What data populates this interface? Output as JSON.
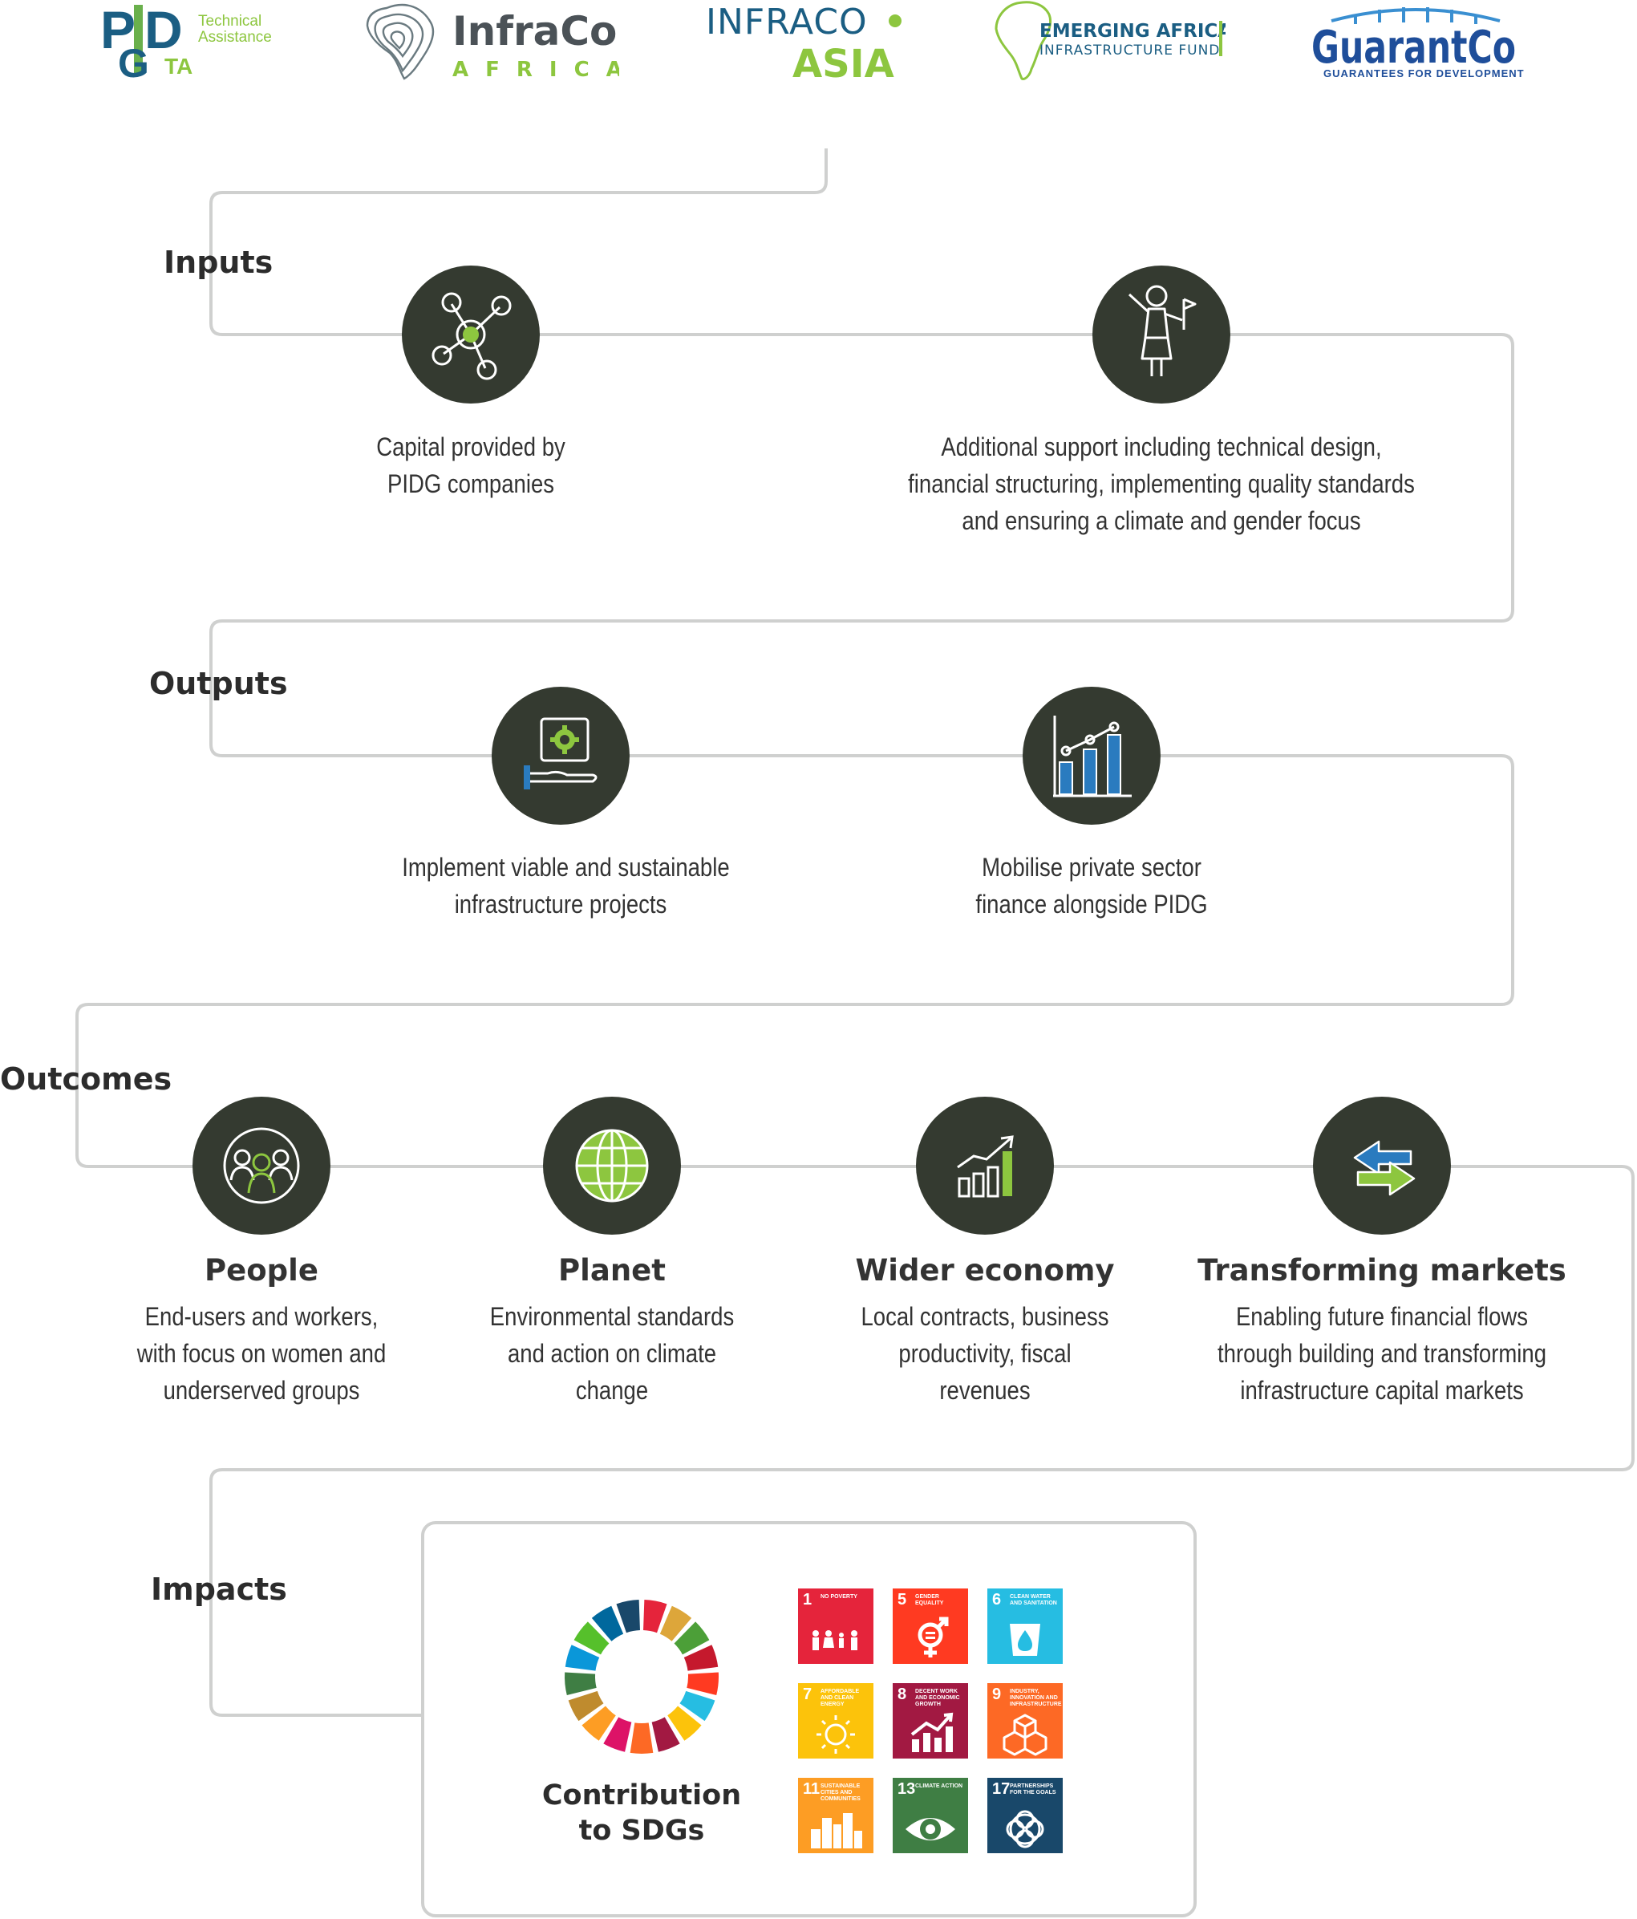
{
  "logos": {
    "pidg": {
      "mark": "PIDG",
      "sub": "TA",
      "label_line1": "Technical",
      "label_line2": "Assistance"
    },
    "infraco_africa": {
      "name": "InfraCo",
      "sub": "AFRICA"
    },
    "infraco_asia": {
      "name": "INFRACO",
      "sub": "ASIA"
    },
    "eaif": {
      "line1": "EMERGING AFRICA",
      "line2": "INFRASTRUCTURE FUND"
    },
    "guarantco": {
      "name": "GuarantCo",
      "tagline": "GUARANTEES FOR DEVELOPMENT"
    }
  },
  "stages": {
    "inputs": "Inputs",
    "outputs": "Outputs",
    "outcomes": "Outcomes",
    "impacts": "Impacts"
  },
  "inputs": {
    "capital": {
      "icon": "network-icon",
      "lines": [
        "Capital provided by",
        "PIDG companies"
      ]
    },
    "support": {
      "icon": "person-flag-icon",
      "lines": [
        "Additional support including technical design,",
        "financial structuring, implementing quality standards",
        "and ensuring a climate and gender focus"
      ]
    }
  },
  "outputs": {
    "projects": {
      "icon": "hand-gear-icon",
      "lines": [
        "Implement viable and sustainable",
        "infrastructure projects"
      ]
    },
    "finance": {
      "icon": "bar-chart-icon",
      "lines": [
        "Mobilise private sector",
        "finance alongside PIDG"
      ]
    }
  },
  "outcomes": {
    "people": {
      "icon": "people-icon",
      "title": "People",
      "lines": [
        "End-users and workers,",
        "with focus on women and",
        "underserved groups"
      ]
    },
    "planet": {
      "icon": "globe-icon",
      "title": "Planet",
      "lines": [
        "Environmental standards",
        "and action on climate",
        "change"
      ]
    },
    "economy": {
      "icon": "growth-chart-icon",
      "title": "Wider economy",
      "lines": [
        "Local contracts, business",
        "productivity, fiscal",
        "revenues"
      ]
    },
    "markets": {
      "icon": "exchange-arrows-icon",
      "title": "Transforming markets",
      "lines": [
        "Enabling future financial flows",
        "through building and transforming",
        "infrastructure capital markets"
      ]
    }
  },
  "impacts": {
    "caption_line1": "Contribution",
    "caption_line2": "to SDGs",
    "sdgs": [
      {
        "num": "1",
        "title": "No poverty",
        "color": "#e5243b",
        "icon": "family-icon"
      },
      {
        "num": "5",
        "title": "Gender equality",
        "color": "#ff3a21",
        "icon": "gender-icon"
      },
      {
        "num": "6",
        "title": "Clean water and sanitation",
        "color": "#26bde2",
        "icon": "water-drop-icon"
      },
      {
        "num": "7",
        "title": "Affordable and clean energy",
        "color": "#fcc30b",
        "icon": "sun-icon"
      },
      {
        "num": "8",
        "title": "Decent work and economic growth",
        "color": "#a21942",
        "icon": "growth-icon"
      },
      {
        "num": "9",
        "title": "Industry, innovation and infrastructure",
        "color": "#fd6925",
        "icon": "cubes-icon"
      },
      {
        "num": "11",
        "title": "Sustainable cities and communities",
        "color": "#fd9d24",
        "icon": "city-icon"
      },
      {
        "num": "13",
        "title": "Climate action",
        "color": "#3f7e44",
        "icon": "eye-globe-icon"
      },
      {
        "num": "17",
        "title": "Partnerships for the goals",
        "color": "#19486a",
        "icon": "rings-icon"
      }
    ]
  },
  "colors": {
    "connector": "#cfd0cf",
    "circle": "#343a30",
    "accent_green": "#8dc63f",
    "bar_blue": "#2a7bbf",
    "pidg_blue": "#1b5e83",
    "guarantco_blue": "#1f4e9a"
  }
}
